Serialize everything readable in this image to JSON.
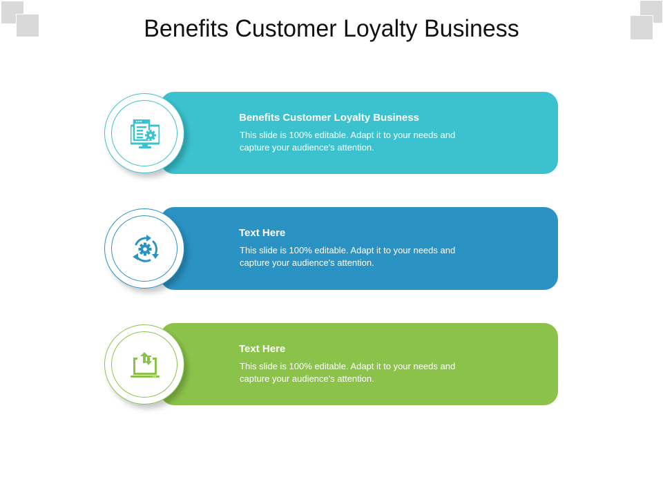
{
  "slide": {
    "title": "Benefits Customer Loyalty Business"
  },
  "items": [
    {
      "heading": "Benefits Customer Loyalty Business",
      "description": "This slide is 100% editable. Adapt it to your needs and capture your audience's attention.",
      "icon": "monitor-settings-icon",
      "color": "#3BC2CE"
    },
    {
      "heading": "Text Here",
      "description": "This slide is 100% editable. Adapt it to your needs and capture your audience's attention.",
      "icon": "cycle-gear-icon",
      "color": "#2A93C4"
    },
    {
      "heading": "Text Here",
      "description": "This slide is 100% editable. Adapt it to your needs and capture your audience's attention.",
      "icon": "laptop-transfer-icon",
      "color": "#8BC34A"
    }
  ]
}
